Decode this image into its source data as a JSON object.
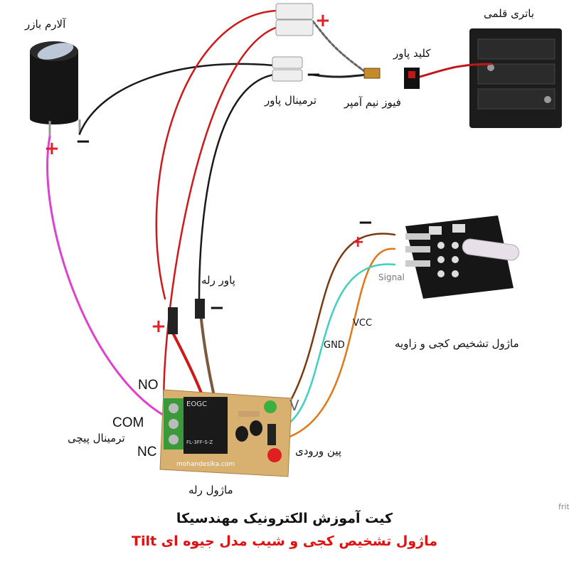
{
  "labels": {
    "buzzer": "آلارم بازر",
    "power_terminal": "ترمینال پاور",
    "power_switch": "کلید پاور",
    "fuse": "فیوز نیم آمپر",
    "battery": "باتری قلمی",
    "relay_power": "پاور رله",
    "screw_terminal": "ترمینال پیچی",
    "relay_module": "ماژول رله",
    "input_pins": "پین ورودی",
    "tilt_module": "ماژول تشخیص کجی و زاویه",
    "gnd": "GND",
    "vcc": "VCC",
    "signal": "Signal",
    "v": "V",
    "no": "NO",
    "com": "COM",
    "nc": "NC",
    "plus": "+",
    "minus": "−",
    "relay_brand": "EOGC",
    "relay_model": "FL-3FF-S-Z",
    "board_url": "mohandesika.com",
    "fritzing": "frit"
  },
  "title": {
    "main": "کیت آموزش الکترونیک مهندسیکا",
    "sub": "ماژول تشخیص کجی و شیب مدل جیوه ای Tilt"
  },
  "colors": {
    "red_wire": "#d01818",
    "black_wire": "#1a1a1a",
    "magenta_wire": "#e040d0",
    "brown_wire": "#7a3a10",
    "orange_wire": "#e07818",
    "cyan_wire": "#40d0c0",
    "subtitle": "#e01010"
  }
}
